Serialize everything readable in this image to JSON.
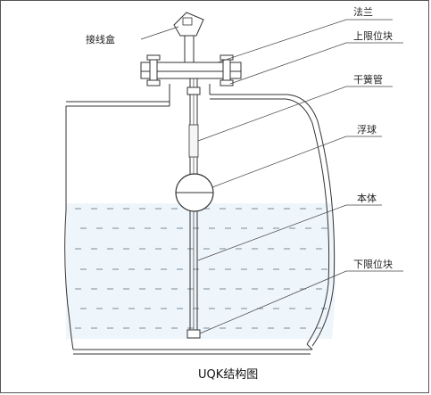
{
  "labels": {
    "junction_box": "接线盒",
    "flange": "法兰",
    "upper_limit": "上限位块",
    "reed_pipe": "干簧管",
    "float": "浮球",
    "body": "本体",
    "lower_limit": "下限位块"
  },
  "caption": "UQK结构图",
  "colors": {
    "line": "#333333",
    "liquid": "#eef5fb",
    "dash": "#7a8a9a"
  }
}
